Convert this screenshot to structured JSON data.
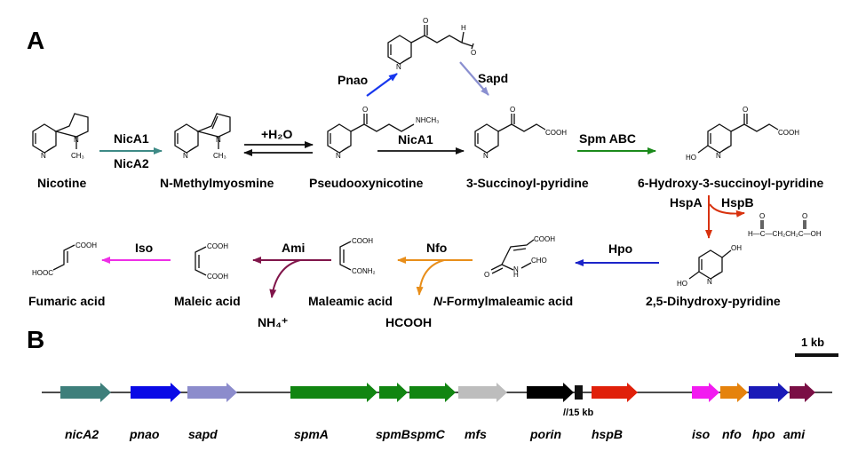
{
  "panels": {
    "a": "A",
    "b": "B"
  },
  "compounds": {
    "nicotine": "Nicotine",
    "nmm": "N-Methylmyosmine",
    "pseudo": "Pseudooxynicotine",
    "sp": "3-Succinoyl-pyridine",
    "hsp": "6-Hydroxy-3-succinoyl-pyridine",
    "dhp": "2,5-Dihydroxy-pyridine",
    "nfm_prefix": "N",
    "nfm_rest": "-Formylmaleamic acid",
    "maleamic": "Maleamic acid",
    "maleic": "Maleic acid",
    "fumaric": "Fumaric acid"
  },
  "enzymes": {
    "nica1": "NicA1",
    "nica2": "NicA2",
    "nica1_b": "NicA1",
    "pnao": "Pnao",
    "sapd": "Sapd",
    "spm": "Spm ABC",
    "hspa": "HspA",
    "hspb": "HspB",
    "hpo": "Hpo",
    "nfo": "Nfo",
    "ami": "Ami",
    "iso": "Iso"
  },
  "side_products": {
    "water": "+H₂O",
    "hcooh": "HCOOH",
    "nh4": "NH₄⁺"
  },
  "atoms": {
    "n": "N",
    "ch3": "CH₃",
    "o": "O",
    "h": "H",
    "nhch3": "NHCH₃",
    "cooh": "COOH",
    "ho": "HO",
    "oh": "OH",
    "cho": "CHO",
    "nh": "N",
    "conh2": "CONH₂",
    "hooc": "HOOC",
    "succinic_semialdehyde": "H—C—CH₂CH₂C—OH"
  },
  "genes": [
    "nicA2",
    "pnao",
    "sapd",
    "spmA",
    "spmB",
    "spmC",
    "mfs",
    "porin",
    "hspB",
    "iso",
    "nfo",
    "hpo",
    "ami"
  ],
  "gene_colors": {
    "nicA2": "#3e7f7b",
    "pnao": "#0a0ae6",
    "sapd": "#8c8ccc",
    "spmA": "#118511",
    "spmB": "#118511",
    "spmC": "#118511",
    "mfs": "#bdbdbd",
    "porin": "#000000",
    "hspB": "#e0200a",
    "iso": "#f21bf0",
    "nfo": "#e5820c",
    "hpo": "#1a1ab8",
    "ami": "#7a0f45"
  },
  "arrow_colors": {
    "nic": "#3e8a86",
    "pnao": "#1737ee",
    "sapd": "#8a8fd0",
    "spm": "#1b8a1b",
    "hsp": "#d8320e",
    "hpo": "#1c24c9",
    "nfo": "#e88e1a",
    "ami": "#80154a",
    "iso": "#ee2ee6"
  },
  "break_label": "//15 kb",
  "scale_bar_label": "1 kb"
}
